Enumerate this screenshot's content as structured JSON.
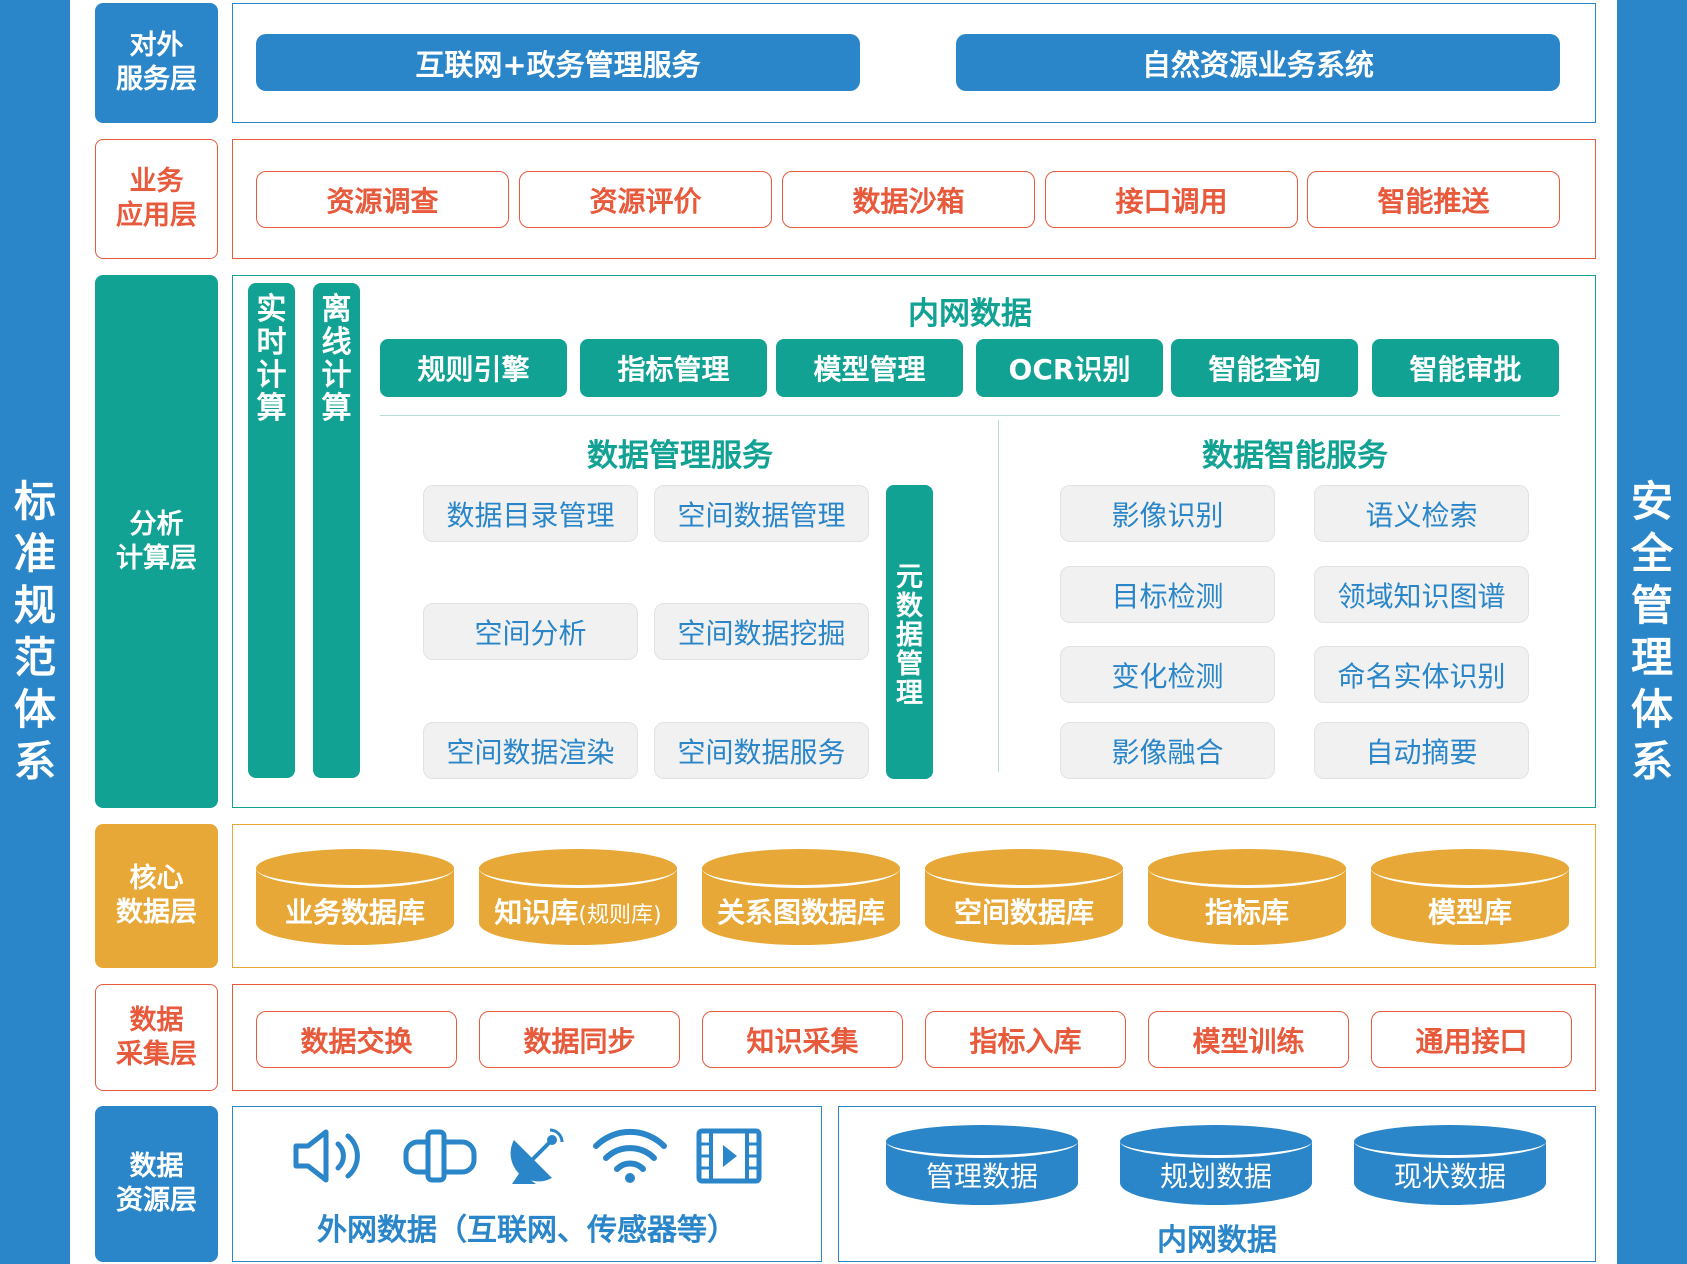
{
  "sides": {
    "left": "标准规范体系",
    "right": "安全管理体系"
  },
  "layers": {
    "external": {
      "label_l1": "对外",
      "label_l2": "服务层",
      "items": [
        "互联网+政务管理服务",
        "自然资源业务系统"
      ]
    },
    "business": {
      "label_l1": "业务",
      "label_l2": "应用层",
      "items": [
        "资源调查",
        "资源评价",
        "数据沙箱",
        "接口调用",
        "智能推送"
      ]
    },
    "analysis": {
      "label_l1": "分析",
      "label_l2": "计算层",
      "realtime": "实时计算",
      "offline": "离线计算",
      "title": "内网数据",
      "tools": [
        "规则引擎",
        "指标管理",
        "模型管理",
        "OCR识别",
        "智能查询",
        "智能审批"
      ],
      "data_mgmt": {
        "title": "数据管理服务",
        "items": [
          "数据目录管理",
          "空间数据管理",
          "空间分析",
          "空间数据挖掘",
          "空间数据渲染",
          "空间数据服务"
        ],
        "meta": "元数据管理"
      },
      "data_intel": {
        "title": "数据智能服务",
        "items": [
          "影像识别",
          "语义检索",
          "目标检测",
          "领域知识图谱",
          "变化检测",
          "命名实体识别",
          "影像融合",
          "自动摘要"
        ]
      }
    },
    "core": {
      "label_l1": "核心",
      "label_l2": "数据层",
      "dbs": [
        {
          "main": "业务数据库",
          "sub": ""
        },
        {
          "main": "知识库",
          "sub": "(规则库)"
        },
        {
          "main": "关系图数据库",
          "sub": ""
        },
        {
          "main": "空间数据库",
          "sub": ""
        },
        {
          "main": "指标库",
          "sub": ""
        },
        {
          "main": "模型库",
          "sub": ""
        }
      ]
    },
    "collection": {
      "label_l1": "数据",
      "label_l2": "采集层",
      "items": [
        "数据交换",
        "数据同步",
        "知识采集",
        "指标入库",
        "模型训练",
        "通用接口"
      ]
    },
    "resource": {
      "label_l1": "数据",
      "label_l2": "资源层",
      "external_title": "外网数据（互联网、传感器等）",
      "icons": [
        "speaker-icon",
        "sensor-icon",
        "satellite-dish-icon",
        "wifi-icon",
        "video-icon"
      ],
      "internal_title": "内网数据",
      "internal_dbs": [
        "管理数据",
        "规划数据",
        "现状数据"
      ]
    }
  },
  "colors": {
    "blue": "#2a86c8",
    "orange_red": "#e85a3c",
    "teal": "#11a294",
    "gold": "#e7a837"
  }
}
